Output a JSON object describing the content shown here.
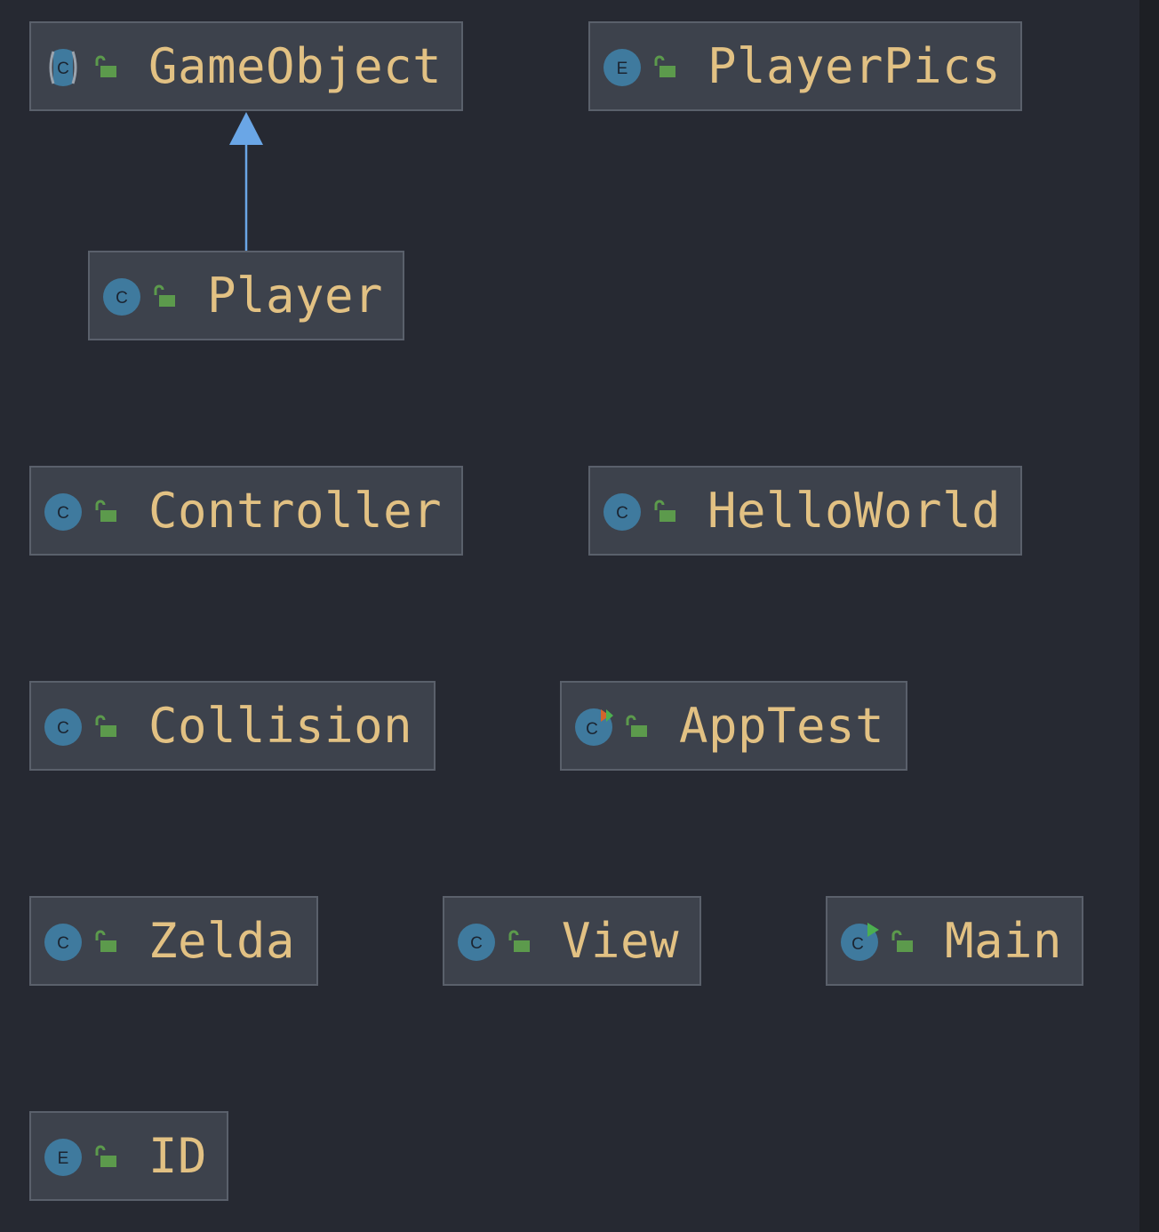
{
  "diagram": {
    "nodes": [
      {
        "id": "GameObject",
        "label": "GameObject",
        "kind": "abstract-class",
        "kind_letter": "C"
      },
      {
        "id": "PlayerPics",
        "label": "PlayerPics",
        "kind": "enum",
        "kind_letter": "E"
      },
      {
        "id": "Player",
        "label": "Player",
        "kind": "class",
        "kind_letter": "C"
      },
      {
        "id": "Controller",
        "label": "Controller",
        "kind": "class",
        "kind_letter": "C"
      },
      {
        "id": "HelloWorld",
        "label": "HelloWorld",
        "kind": "class",
        "kind_letter": "C"
      },
      {
        "id": "Collision",
        "label": "Collision",
        "kind": "class",
        "kind_letter": "C"
      },
      {
        "id": "AppTest",
        "label": "AppTest",
        "kind": "test-class",
        "kind_letter": "C"
      },
      {
        "id": "Zelda",
        "label": "Zelda",
        "kind": "class",
        "kind_letter": "C"
      },
      {
        "id": "View",
        "label": "View",
        "kind": "class",
        "kind_letter": "C"
      },
      {
        "id": "Main",
        "label": "Main",
        "kind": "runnable-class",
        "kind_letter": "C"
      },
      {
        "id": "ID",
        "label": "ID",
        "kind": "enum",
        "kind_letter": "E"
      }
    ],
    "edges": [
      {
        "from": "Player",
        "to": "GameObject",
        "type": "extends"
      }
    ],
    "colors": {
      "background": "#262932",
      "node_fill": "#3d424c",
      "node_border": "#5a606b",
      "label_text": "#e2c183",
      "kind_icon": "#3f7a9e",
      "lock_icon": "#5c9a4c",
      "extends_arrow": "#6aa6e6",
      "test_marker": "#d2652c",
      "run_marker": "#4caf50"
    }
  }
}
